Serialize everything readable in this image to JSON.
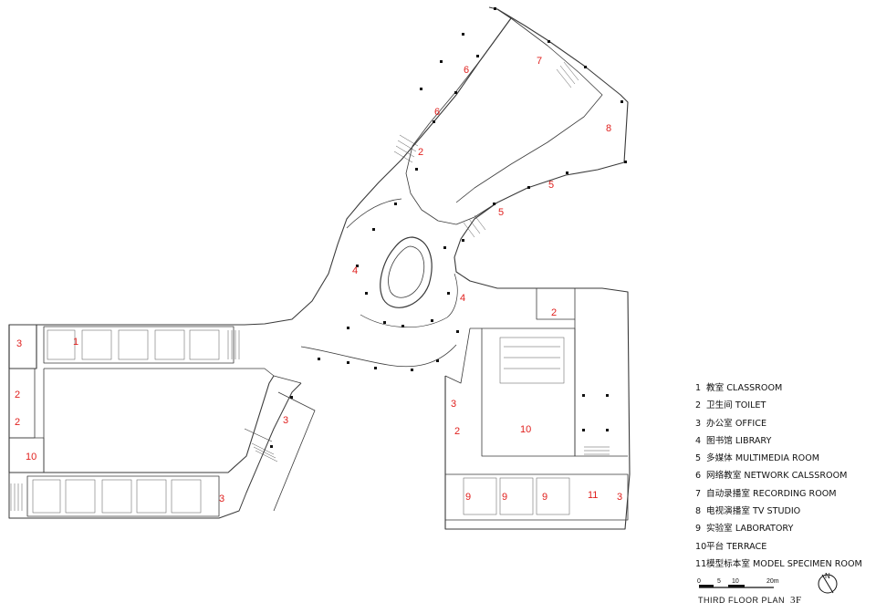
{
  "plan": {
    "title": "THIRD FLOOR PLAN",
    "floor": "3F",
    "label_color": "#e0201e",
    "line_color": "#3a3a3a",
    "room_labels": [
      {
        "text": "6"
      },
      {
        "text": "7"
      },
      {
        "text": "6"
      },
      {
        "text": "8"
      },
      {
        "text": "2"
      },
      {
        "text": "5"
      },
      {
        "text": "5"
      },
      {
        "text": "4"
      },
      {
        "text": "4"
      },
      {
        "text": "2"
      },
      {
        "text": "1"
      },
      {
        "text": "3"
      },
      {
        "text": "2"
      },
      {
        "text": "2"
      },
      {
        "text": "10"
      },
      {
        "text": "3"
      },
      {
        "text": "3"
      },
      {
        "text": "3"
      },
      {
        "text": "2"
      },
      {
        "text": "10"
      },
      {
        "text": "9"
      },
      {
        "text": "9"
      },
      {
        "text": "9"
      },
      {
        "text": "11"
      },
      {
        "text": "3"
      }
    ]
  },
  "legend": [
    {
      "num": "1",
      "label": "教室 CLASSROOM"
    },
    {
      "num": "2",
      "label": "卫生间 TOILET"
    },
    {
      "num": "3",
      "label": "办公室 OFFICE"
    },
    {
      "num": "4",
      "label": "图书馆 LIBRARY"
    },
    {
      "num": "5",
      "label": "多媒体 MULTIMEDIA ROOM"
    },
    {
      "num": "6",
      "label": "网络教室 NETWORK CALSSROOM"
    },
    {
      "num": "7",
      "label": "自动录播室 RECORDING ROOM"
    },
    {
      "num": "8",
      "label": "电视演播室 TV STUDIO"
    },
    {
      "num": "9",
      "label": "实验室 LABORATORY"
    },
    {
      "num": "10",
      "label": "平台 TERRACE"
    },
    {
      "num": "11",
      "label": "模型标本室 MODEL SPECIMEN ROOM"
    }
  ],
  "scale_bar": {
    "ticks": [
      "0",
      "5",
      "10",
      "20m"
    ]
  },
  "north_arrow": {
    "letter": "N"
  }
}
